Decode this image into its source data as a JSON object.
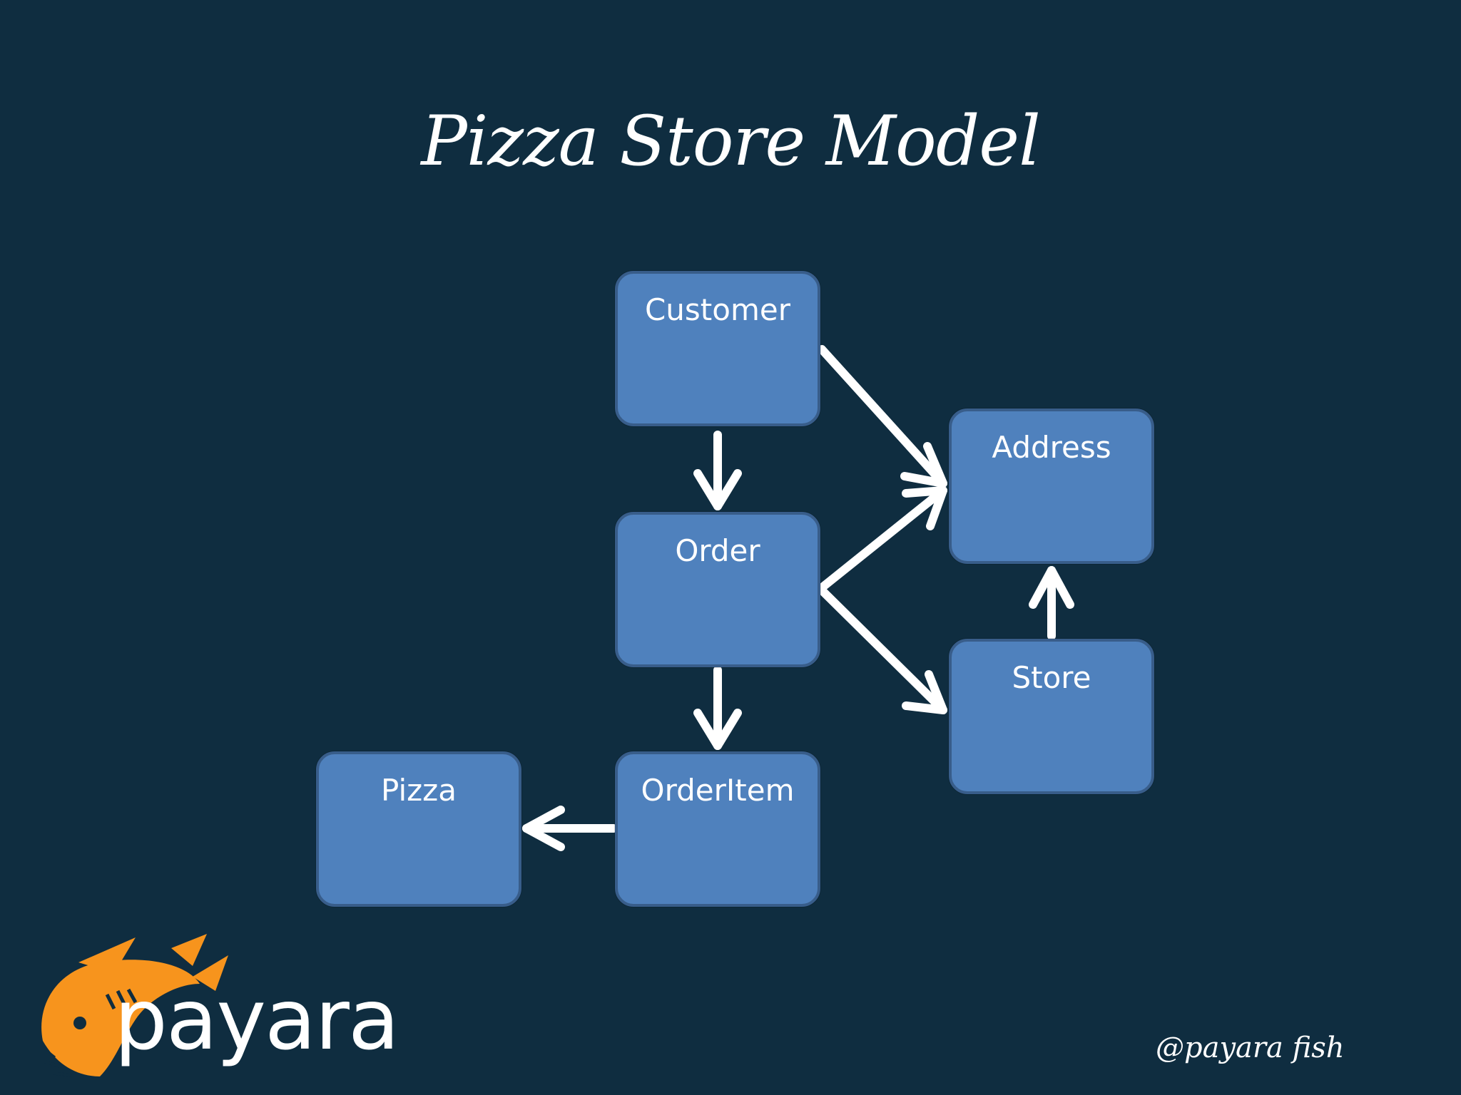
{
  "slide": {
    "title": "Pizza Store Model",
    "handle": "@payara fish",
    "logo_text": "payara"
  },
  "diagram": {
    "nodes": [
      {
        "id": "customer",
        "label": "Customer"
      },
      {
        "id": "order",
        "label": "Order"
      },
      {
        "id": "orderitem",
        "label": "OrderItem"
      },
      {
        "id": "pizza",
        "label": "Pizza"
      },
      {
        "id": "address",
        "label": "Address"
      },
      {
        "id": "store",
        "label": "Store"
      }
    ],
    "edges": [
      {
        "from": "customer",
        "to": "order"
      },
      {
        "from": "customer",
        "to": "address"
      },
      {
        "from": "order",
        "to": "address"
      },
      {
        "from": "order",
        "to": "store"
      },
      {
        "from": "order",
        "to": "orderitem"
      },
      {
        "from": "orderitem",
        "to": "pizza"
      },
      {
        "from": "store",
        "to": "address"
      }
    ]
  },
  "colors": {
    "background": "#0f2d40",
    "node_fill": "#4f81bd",
    "node_border": "#385d8a",
    "arrow": "#ffffff",
    "logo_orange": "#f7941d"
  }
}
